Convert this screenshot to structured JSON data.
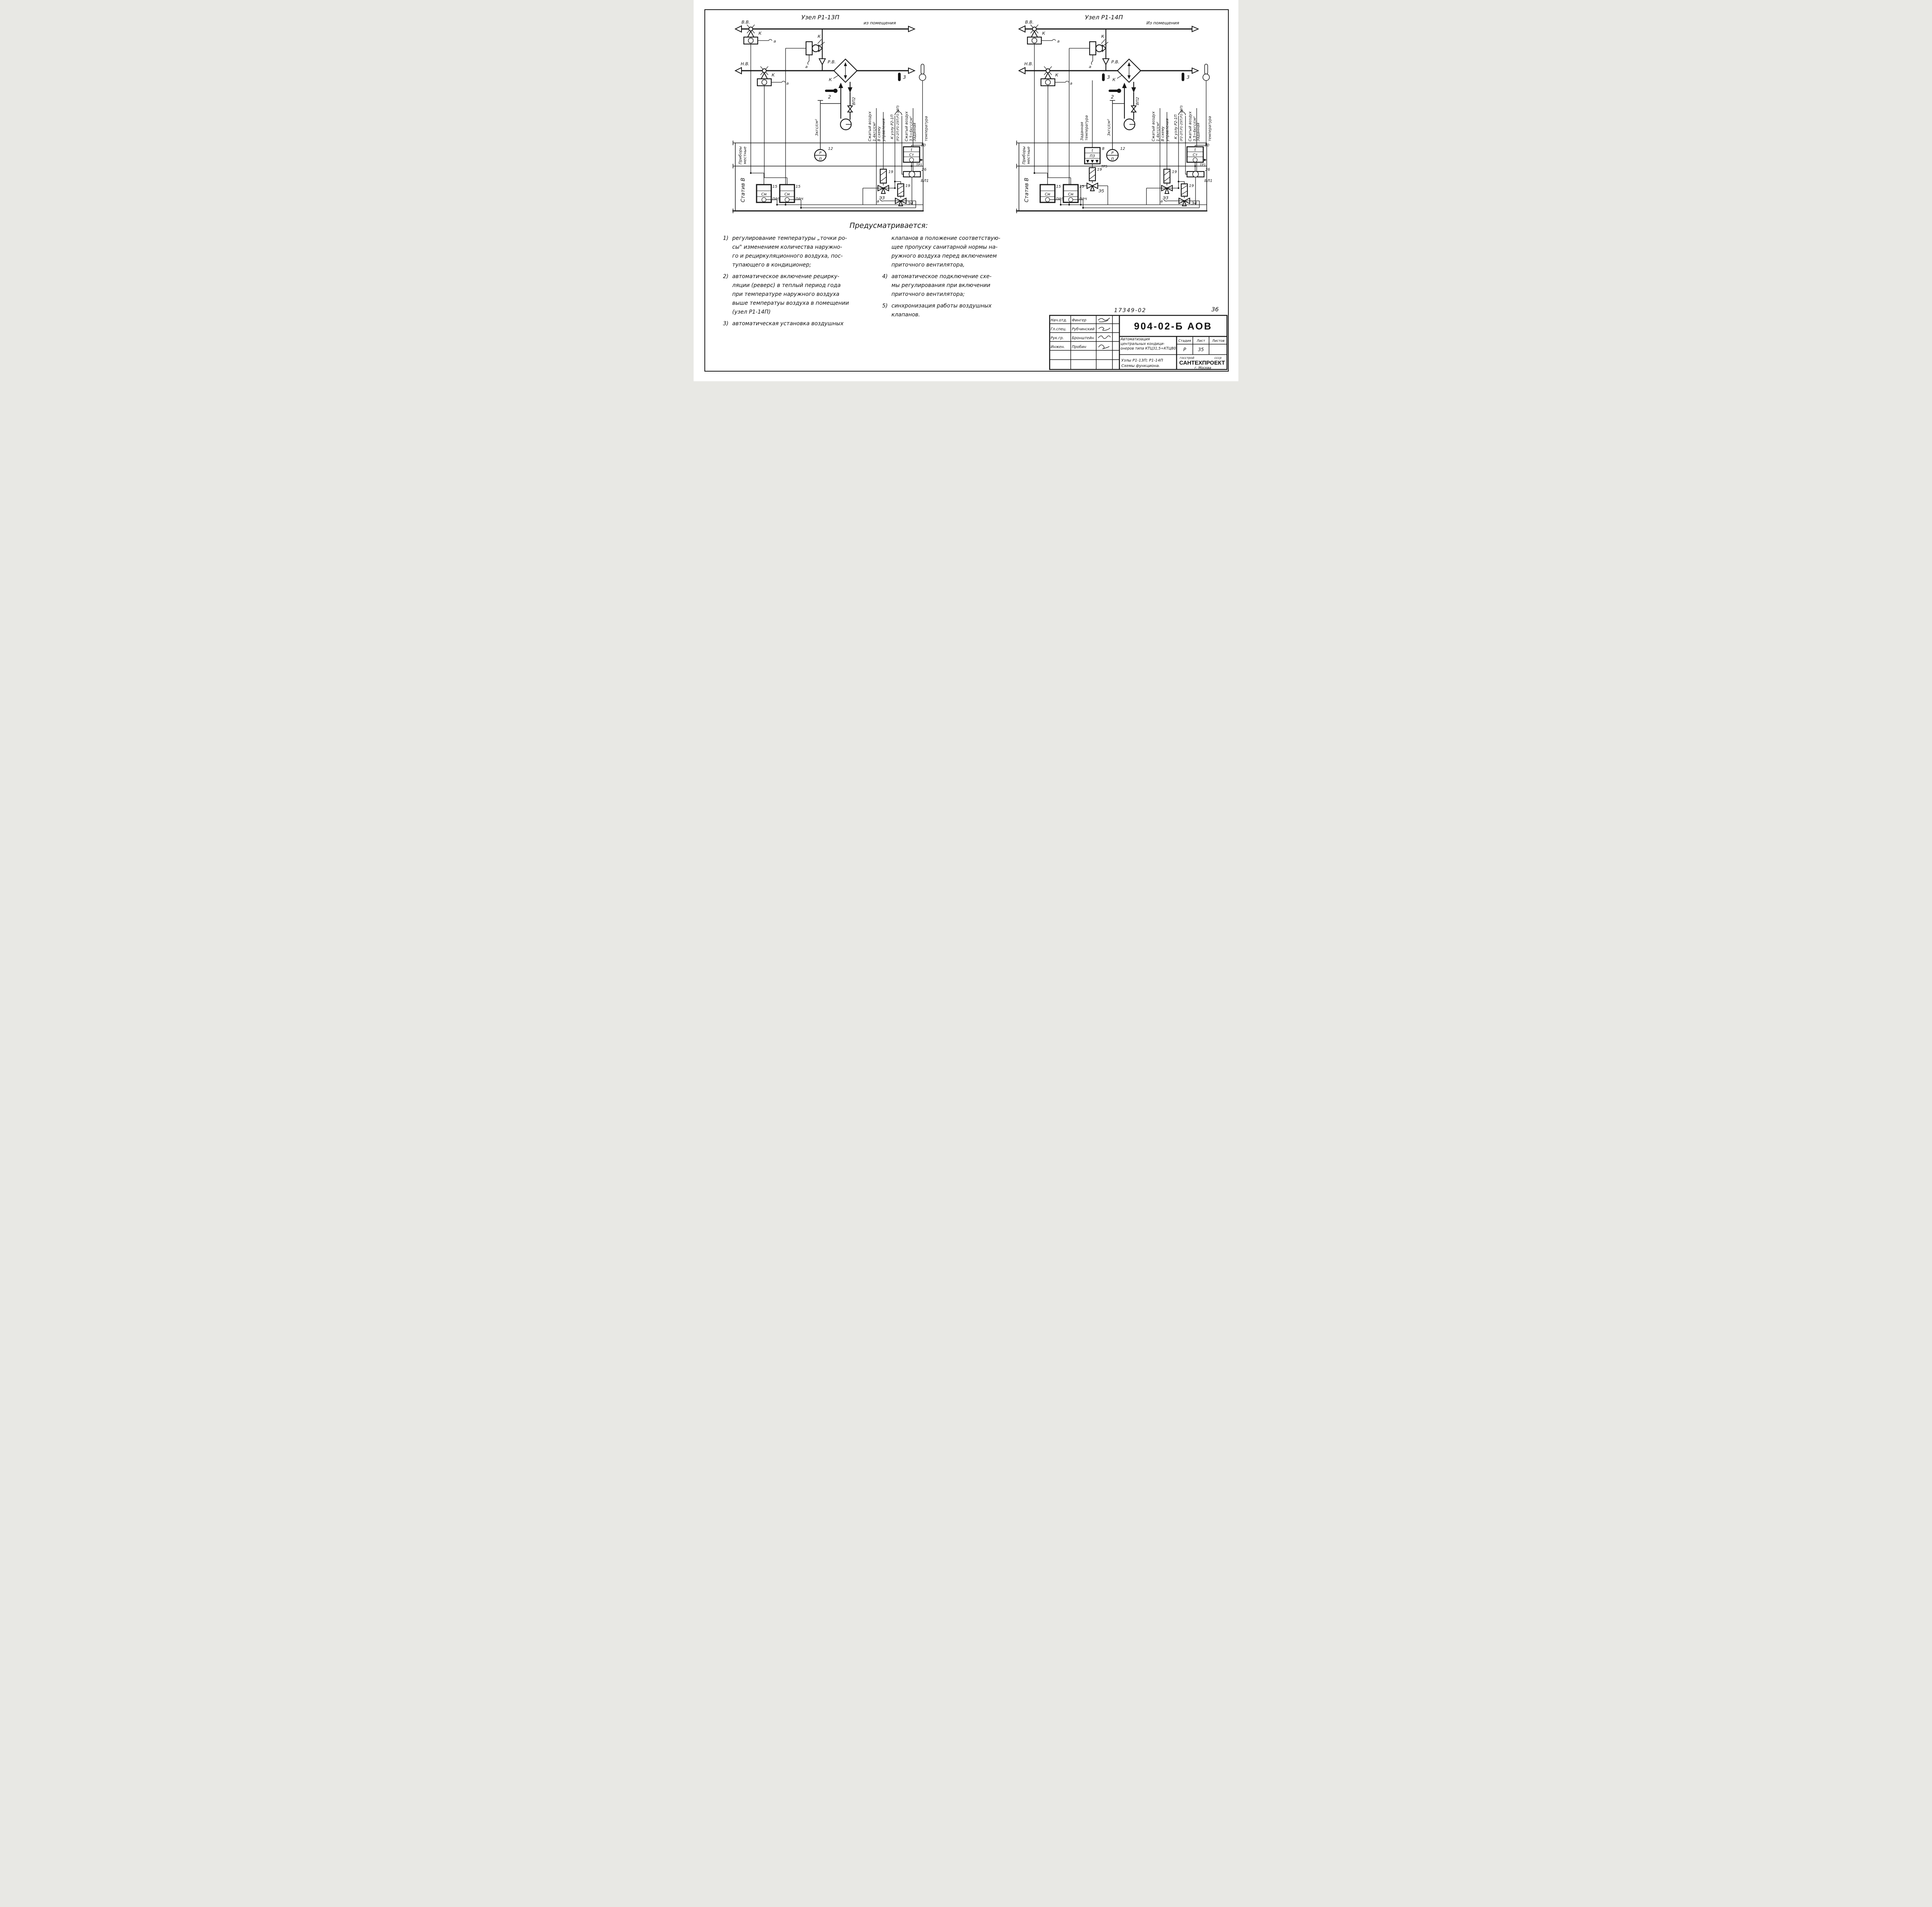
{
  "page": {
    "doc_number": "17349-02",
    "sheet_number": "36"
  },
  "provides_heading": "Предусматривается:",
  "left_diagram": {
    "title": "Узел Р1-13П",
    "from_room": "из помещения",
    "vv": "В.В.",
    "nv": "Н.В.",
    "rv": "Р.В.",
    "k": "К",
    "a": "а",
    "n2": "2",
    "n3": "3",
    "vp2": "ВП2",
    "p3": "3кгс/см²",
    "air14a": "Сжатый воздух",
    "air14b": "1,4кгс/см²",
    "ctrla": "В схему",
    "ctrlb": "управления",
    "nodea": "К узлу Р2-1П",
    "nodeb": "(Р2-2П;Р1-25П;Р1-26П)",
    "air356a": "Сжатый воздух",
    "air356b": "3,5÷6кгс/см²",
    "seta": "Заданная",
    "setb": "температура",
    "band1a": "Приборы",
    "band1b": "местные",
    "band2": "Статив В",
    "n12": "12",
    "rP": "Р",
    "rPi": "П",
    "n10": "10",
    "t": "t",
    "ct": "Ст",
    "tr1": "ТР1",
    "n26": "26",
    "bp1": "БЛ1",
    "n19": "19",
    "e3": "ЭЗ",
    "e4": "Э4",
    "n15": "15",
    "cm": "См",
    "pf5": "ПФ5",
    "pf4": "ПФЧ"
  },
  "right_diagram": {
    "title": "Узел Р1-14П",
    "from_room": "Из помещения",
    "vv": "В.В.",
    "nv": "Н.В.",
    "rv": "Р.В.",
    "k": "К",
    "a": "а",
    "n2": "2",
    "n3": "3",
    "vp2": "ВП2",
    "p3": "3кгс/см²",
    "air14a": "Сжатый воздух",
    "air14b": "1,4кгс/см²",
    "ctrla": "В схему",
    "ctrlb": "управления",
    "nodea": "К узлу Р2-1П",
    "nodeb": "(Р2-2П;Р1-25П;Р1-26П)",
    "air356a": "Сжатый воздух",
    "air356b": "3,5÷6кгс/см²",
    "seta": "Заданная",
    "setb": "температура",
    "band1a": "Приборы",
    "band1b": "местные",
    "band2": "Статив В",
    "n12": "12",
    "rP": "Р",
    "rPi": "П",
    "n10": "10",
    "t": "t",
    "ct": "Ст",
    "tr1": "ТР1",
    "n26": "26",
    "bp1": "БЛ1",
    "n19": "19",
    "e3": "ЭЗ",
    "e4": "Э4",
    "e5": "Э5",
    "n15": "15",
    "cm": "См",
    "pf5": "ПФ5",
    "pf4": "ПФЧ",
    "n8": "8",
    "pz": "ПЗ",
    "tr5": "ТР5"
  },
  "notes_left": [
    {
      "num": "1)",
      "text": "регулирование  температуры „точки ро-\nсы\"  изменением  количества наружно-\nго и рециркуляционного воздуха, пос-\nтупающего  в  кондиционер;"
    },
    {
      "num": "2)",
      "text": "автоматическое  включение  рецирку-\nляции (реверс) в теплый период года\nпри  температуре  наружного воздуха\nвыше температуы воздуха  в помещении\n(узел Р1-14П)"
    },
    {
      "num": "3)",
      "text": "автоматическая  установка  воздушных"
    }
  ],
  "notes_right": [
    {
      "num": "",
      "text": "клапанов  в положение  соответствую-\nщее  пропуску  санитарной  нормы  на-\nружного  воздуха  перед  включением\nприточного  вентилятора,"
    },
    {
      "num": "4)",
      "text": "автоматическое  подключение  схе-\nмы регулирования   при  включении\nприточного  вентилятора;"
    },
    {
      "num": "5)",
      "text": "синхронизация   работы   воздушных\nклапанов."
    }
  ],
  "titleblock": {
    "code": "904-02-Б  АОВ",
    "desc": "Автоматизация  центральных  кондици-\nонеров  типа  КТЦ31,5÷КТЦ80",
    "objline1": "Узлы Р1-13П; Р1-14П",
    "objline2": "Схемы функциона.",
    "stage_h": "Стадия",
    "list_h": "Лист",
    "listov_h": "Листов",
    "stage": "Р",
    "list": "35",
    "org_left": "госстрой",
    "org_right": "ссср",
    "org": "САНТЕХПРОЕКТ",
    "city": "г. Москва",
    "rows": [
      {
        "role": "Нач.отд.",
        "name": "Фингер"
      },
      {
        "role": "Гл.спец.",
        "name": "Рубчинский"
      },
      {
        "role": "Рук.гр.",
        "name": "Бронштейн"
      },
      {
        "role": "Инжен.",
        "name": "Пробин"
      }
    ]
  }
}
